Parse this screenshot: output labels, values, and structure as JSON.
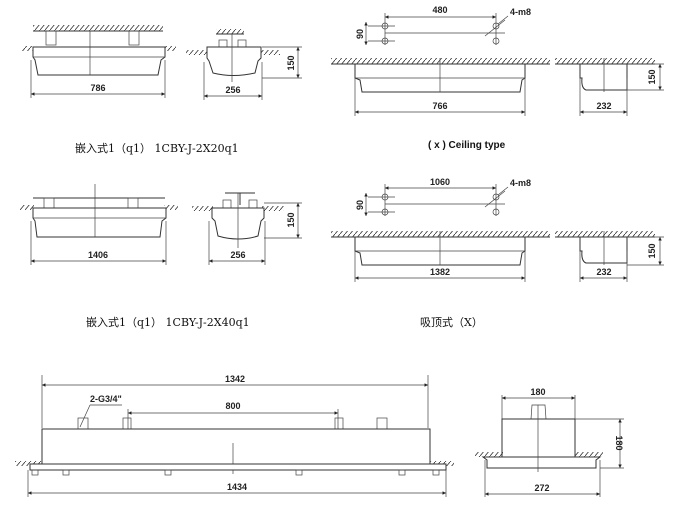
{
  "captions": {
    "recessed_20": "嵌入式1（q1） 1CBY-J-2X20q1",
    "ceiling_en": "( x ) Ceiling type",
    "recessed_40": "嵌入式1（q1） 1CBY-J-2X40q1",
    "ceiling_cn": "吸顶式（X）"
  },
  "dims": {
    "p1_length": "786",
    "p1_width": "256",
    "p1_height": "150",
    "p2_hole_spacing": "480",
    "p2_hole_label": "4-m8",
    "p2_hole_gap": "90",
    "p2_length": "766",
    "p2_width": "232",
    "p2_height": "150",
    "p3_length": "1406",
    "p3_width": "256",
    "p3_height": "150",
    "p4_hole_spacing": "1060",
    "p4_hole_label": "4-m8",
    "p4_hole_gap": "90",
    "p4_length": "1382",
    "p4_width": "232",
    "p4_height": "150",
    "p5_top_length": "1342",
    "p5_conduit": "2-G3/4\"",
    "p5_inner": "800",
    "p5_length": "1434",
    "p5_top_width": "180",
    "p5_height": "180",
    "p5_width": "272"
  }
}
